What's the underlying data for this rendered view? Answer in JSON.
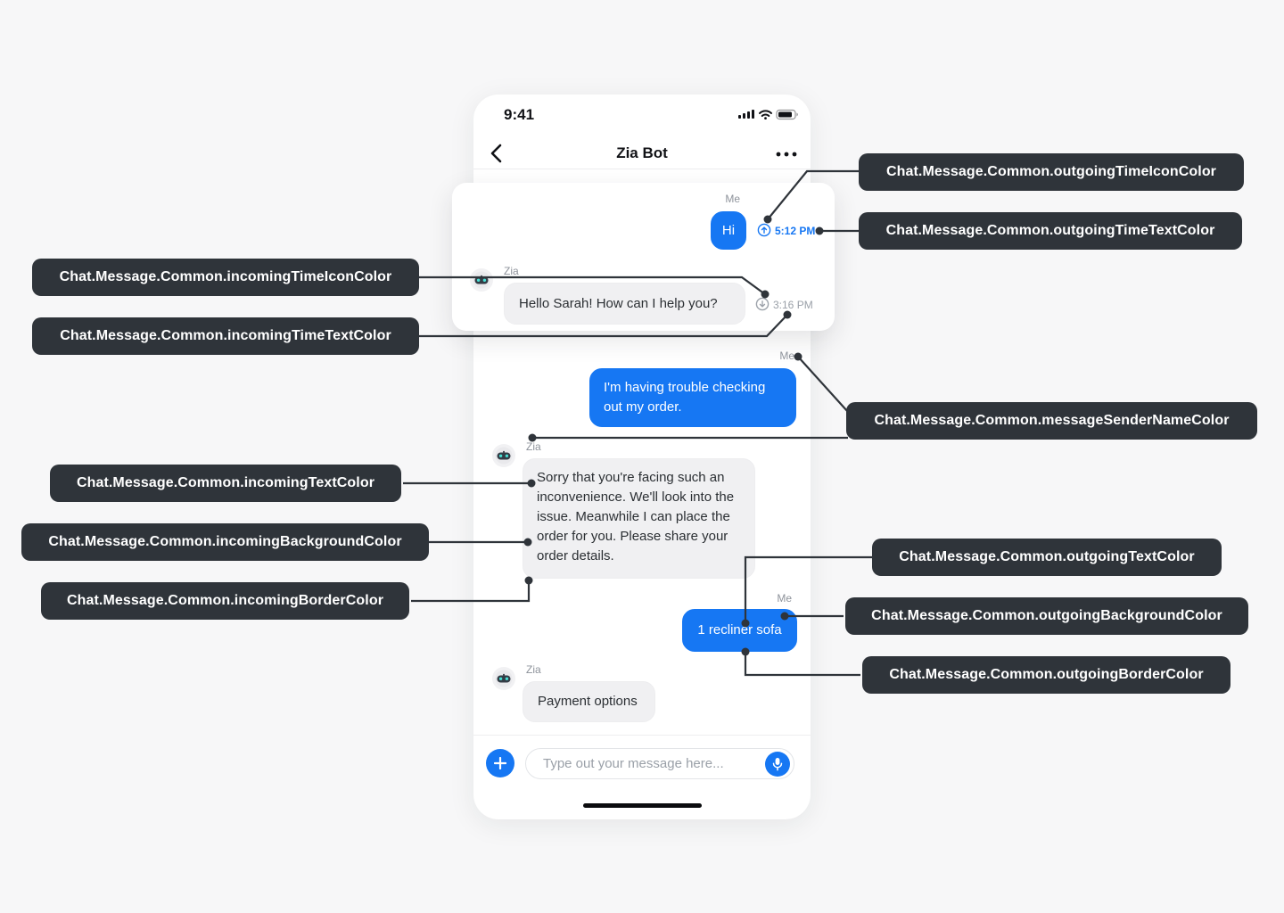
{
  "phone": {
    "status_bar": {
      "time": "9:41",
      "icons": [
        "signal-icon",
        "wifi-icon",
        "battery-icon"
      ]
    },
    "header": {
      "title": "Zia Bot"
    },
    "composer": {
      "placeholder": "Type out your message here..."
    }
  },
  "chat": {
    "bot_name": "Zia",
    "messages": [
      {
        "sender": "Me",
        "direction": "outgoing",
        "text": "Hi",
        "time": "5:12 PM"
      },
      {
        "sender": "Zia",
        "direction": "incoming",
        "text": "Hello Sarah! How can I help you?",
        "time": "3:16 PM"
      },
      {
        "sender": "Me",
        "direction": "outgoing",
        "text": "I'm having trouble checking out my order."
      },
      {
        "sender": "Zia",
        "direction": "incoming",
        "text": "Sorry that you're facing such an inconvenience. We'll look into the issue. Meanwhile I can place the order for you. Please share your order details."
      },
      {
        "sender": "Me",
        "direction": "outgoing",
        "text": "1 recliner sofa"
      },
      {
        "sender": "Zia",
        "direction": "incoming",
        "text": "Payment options"
      }
    ]
  },
  "annotations": {
    "outgoing_time_icon": {
      "label": "Chat.Message.Common.outgoingTimeIconColor"
    },
    "outgoing_time_text": {
      "label": "Chat.Message.Common.outgoingTimeTextColor"
    },
    "incoming_time_icon": {
      "label": "Chat.Message.Common.incomingTimeIconColor"
    },
    "incoming_time_text": {
      "label": "Chat.Message.Common.incomingTimeTextColor"
    },
    "sender_name": {
      "label": "Chat.Message.Common.messageSenderNameColor"
    },
    "incoming_text": {
      "label": "Chat.Message.Common.incomingTextColor"
    },
    "incoming_background": {
      "label": "Chat.Message.Common.incomingBackgroundColor"
    },
    "incoming_border": {
      "label": "Chat.Message.Common.incomingBorderColor"
    },
    "outgoing_text": {
      "label": "Chat.Message.Common.outgoingTextColor"
    },
    "outgoing_background": {
      "label": "Chat.Message.Common.outgoingBackgroundColor"
    },
    "outgoing_border": {
      "label": "Chat.Message.Common.outgoingBorderColor"
    }
  },
  "colors": {
    "accent_blue": "#1677F3",
    "incoming_bubble_bg": "#F0F0F2",
    "incoming_bubble_border": "#EDEDEF",
    "incoming_text": "#2B2F33",
    "outgoing_text": "#FFFFFF",
    "sender_name": "#8E939B",
    "incoming_time": "#9AA0A8",
    "annotation_pill_bg": "#2F343A",
    "annotation_pill_text": "#FFFFFF",
    "page_background": "#F7F7F8"
  }
}
